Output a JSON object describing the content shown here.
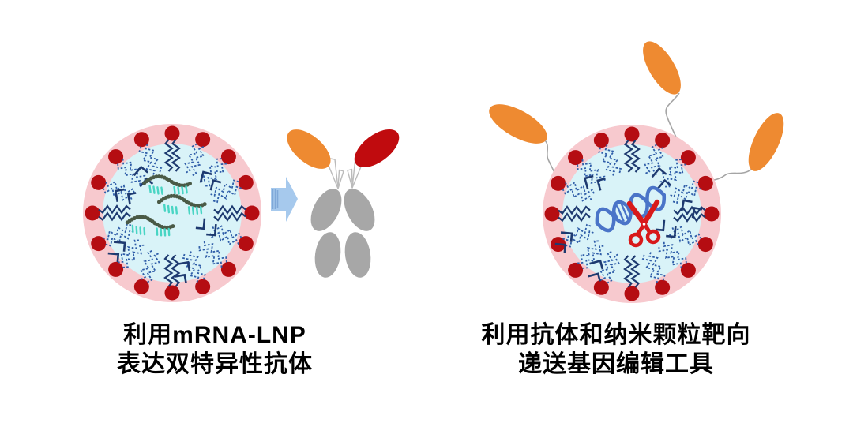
{
  "figure": {
    "panels": [
      {
        "id": "mrna-lnp-expresses-bispecific-antibody",
        "caption_lines": [
          "利用mRNA-LNP",
          "表达双特异性抗体"
        ],
        "components": [
          "lipid-nanoparticle-icon",
          "mrna-strand-icon",
          "arrow-right-icon",
          "bispecific-antibody-icon"
        ]
      },
      {
        "id": "antibody-targeted-lnp-delivers-gene-editor",
        "caption_lines": [
          "利用抗体和纳米颗粒靶向",
          "递送基因编辑工具"
        ],
        "components": [
          "antibody-conjugated-lipid-nanoparticle-icon",
          "dna-double-helix-icon",
          "scissors-icon",
          "targeting-ligand-icon"
        ]
      }
    ],
    "palette": {
      "bg": "#FFFFFF",
      "ink": "#000000",
      "membrane-pink": "#F7C9CE",
      "core-cyan": "#D9F3F8",
      "lipid-head-red": "#B50D12",
      "lipid-tail-navy": "#1E3A70",
      "lipid-tail-blue": "#2F5DA8",
      "mrna-green": "#4A5A46",
      "mrna-teal": "#49D5C4",
      "dna-blue": "#4A74C8",
      "scissors-red": "#D8191A",
      "antibody-gray": "#A7A7A7",
      "antibody-orange": "#EE8A31",
      "antibody-red": "#C00B0E",
      "arrow-blue": "#A6C9ED",
      "arrow-stripe-blue": "#7FA8D8",
      "linker-gray": "#A5A5A5",
      "hinge-gray": "#BBBBBB"
    }
  }
}
